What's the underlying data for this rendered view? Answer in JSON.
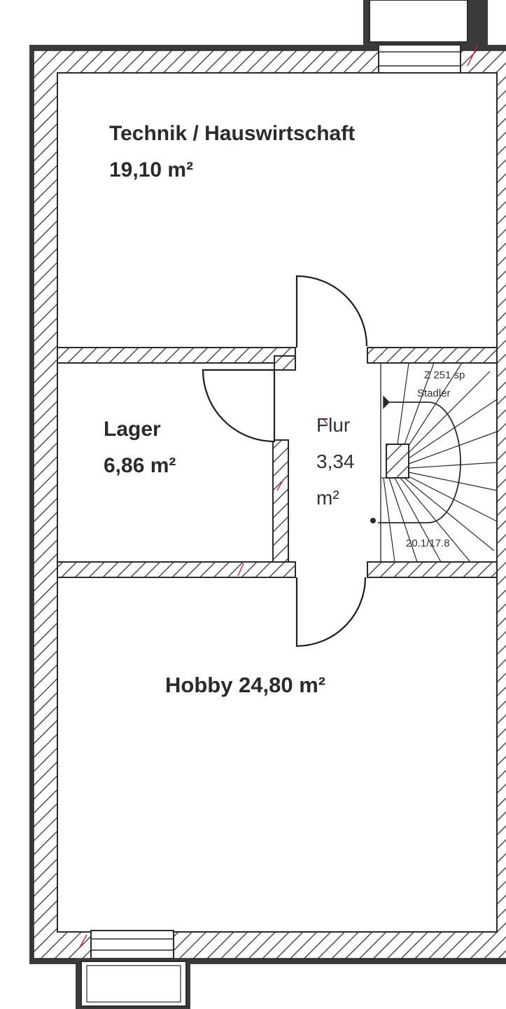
{
  "rooms": {
    "technik": {
      "name": "Technik / Hauswirtschaft",
      "area": "19,10 m²"
    },
    "lager": {
      "name": "Lager",
      "area": "6,86 m²"
    },
    "flur": {
      "name": "Flur",
      "area_value": "3,34",
      "area_unit": "m²"
    },
    "hobby": {
      "label": "Hobby 24,80 m²"
    }
  },
  "stair": {
    "model": "Z 251 sp",
    "maker": "Stadler",
    "dimensions": "20.1/17.8"
  },
  "colors": {
    "wall_outline": "#2a2a2a",
    "hatch": "#333333",
    "paper": "#ffffff",
    "red_marks": "#d0204a"
  }
}
